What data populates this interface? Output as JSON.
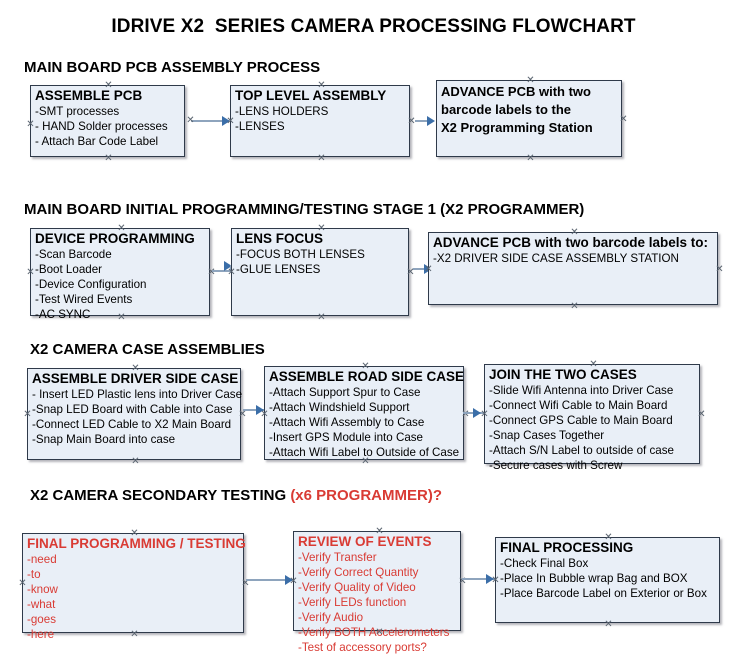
{
  "document": {
    "title": "IDRIVE X2  SERIES CAMERA PROCESSING FLOWCHART"
  },
  "sections": [
    {
      "id": "main-board-pcb-assembly-process",
      "title": "MAIN BOARD PCB ASSEMBLY PROCESS",
      "accent": ""
    },
    {
      "id": "main-board-initial-programming",
      "title": "MAIN BOARD INITIAL PROGRAMMING/TESTING STAGE 1 (X2 PROGRAMMER)",
      "accent": ""
    },
    {
      "id": "x2-camera-case-assemblies",
      "title": "X2 CAMERA CASE ASSEMBLIES",
      "accent": ""
    },
    {
      "id": "x2-camera-secondary-testing",
      "title": "X2 CAMERA SECONDARY TESTING ",
      "accent": "(x6 PROGRAMMER)?"
    }
  ],
  "nodes": {
    "assemble_pcb": {
      "heading": "ASSEMBLE PCB",
      "items": [
        " -SMT processes",
        "- HAND Solder processes",
        "- Attach Bar Code Label"
      ]
    },
    "top_level_assembly": {
      "heading": "TOP LEVEL ASSEMBLY",
      "items": [
        "-LENS HOLDERS",
        "-LENSES"
      ]
    },
    "advance_pcb_1": {
      "heading_lines": [
        "ADVANCE PCB with two",
        "barcode labels to the",
        " X2 Programming Station"
      ]
    },
    "device_programming": {
      "heading": "DEVICE PROGRAMMING",
      "items": [
        "-Scan Barcode",
        "-Boot Loader",
        "-Device Configuration",
        "-Test Wired Events",
        "-AC SYNC"
      ]
    },
    "lens_focus": {
      "heading": "LENS FOCUS",
      "items": [
        "-FOCUS BOTH LENSES",
        "-GLUE LENSES"
      ]
    },
    "advance_pcb_2": {
      "heading": "ADVANCE PCB with two barcode labels to:",
      "items": [
        "-X2 DRIVER  SIDE  CASE  ASSEMBLY STATION"
      ]
    },
    "assemble_driver_side_case": {
      "heading": "ASSEMBLE DRIVER SIDE CASE",
      "items": [
        "- Insert LED Plastic lens into Driver Case",
        "-Snap LED Board with Cable into Case",
        "-Connect LED Cable to X2 Main Board",
        "-Snap Main Board into case"
      ]
    },
    "assemble_road_side_case": {
      "heading": "ASSEMBLE ROAD SIDE CASE",
      "items": [
        "-Attach Support Spur to Case",
        "-Attach Windshield Support",
        "-Attach Wifi Assembly to Case",
        "-Insert GPS Module into Case",
        "-Attach Wifi Label to Outside of Case"
      ]
    },
    "join_the_two_cases": {
      "heading": "JOIN THE TWO CASES",
      "items": [
        "-Slide Wifi Antenna into Driver Case",
        "-Connect Wifi Cable to Main Board",
        "-Connect GPS Cable to Main Board",
        "-Snap Cases Together",
        "-Attach S/N Label to outside of case",
        "-Secure cases with Screw"
      ]
    },
    "final_programming_testing": {
      "heading": "FINAL PROGRAMMING / TESTING",
      "items": [
        "-need",
        "-to",
        "-know",
        "-what",
        "-goes",
        "-here"
      ]
    },
    "review_of_events": {
      "heading": "REVIEW OF EVENTS",
      "items": [
        "-Verify Transfer",
        "-Verify Correct Quantity",
        "-Verify Quality of Video",
        "-Verify LEDs function",
        "-Verify Audio",
        "-Verify BOTH Accelerometers",
        "-Test of accessory ports?"
      ]
    },
    "final_processing": {
      "heading": "FINAL PROCESSING",
      "items": [
        " -Check Final Box",
        "-Place In Bubble wrap Bag and BOX",
        "-Place Barcode Label on Exterior or Box"
      ]
    }
  },
  "colors": {
    "box_fill": "#e9eff7",
    "box_border": "#2f3a4a",
    "connector": "#8ea4bd",
    "arrow": "#3b6ea8",
    "accent_red": "#d93b34",
    "text": "#000000"
  }
}
